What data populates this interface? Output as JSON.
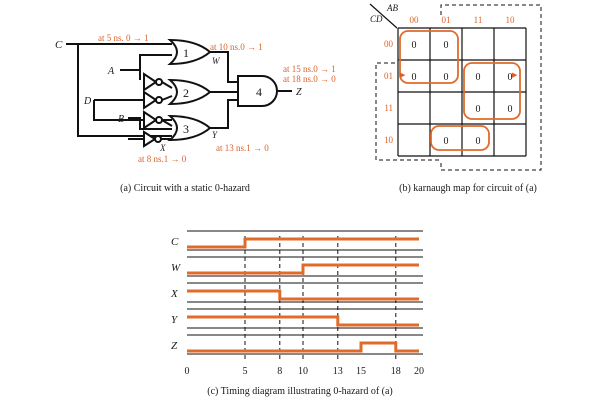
{
  "panel_a": {
    "caption": "(a) Circuit with a static 0-hazard",
    "inputs": {
      "c": "C",
      "a": "A",
      "d": "D",
      "b": "B"
    },
    "gates": {
      "g1": "1",
      "g2": "2",
      "g3": "3",
      "g4": "4"
    },
    "nets": {
      "w": "W",
      "x": "X",
      "y": "Y",
      "z": "Z"
    },
    "annotations": {
      "c_change": "at  5 ns. 0 → 1",
      "w_change": "at 10 ns.0 → 1",
      "z_change_1": "at 15 ns.0 → 1",
      "z_change_2": "at 18 ns.0 → 0",
      "y_change": "at 13 ns.1 → 0",
      "x_change": "at 8 ns.1 → 0"
    }
  },
  "panel_b": {
    "caption": "(b) karnaugh map for circuit of (a)",
    "corner_top": "AB",
    "corner_left": "CD",
    "col_headers": [
      "00",
      "01",
      "11",
      "10"
    ],
    "row_headers": [
      "00",
      "01",
      "11",
      "10"
    ],
    "cells": [
      [
        "0",
        "0",
        "",
        ""
      ],
      [
        "0",
        "0",
        "0",
        "0"
      ],
      [
        "",
        "",
        "0",
        "0"
      ],
      [
        "",
        "0",
        "0",
        ""
      ]
    ]
  },
  "panel_c": {
    "caption": "(c) Timing diagram illustrating 0-hazard of (a)",
    "signals": [
      "C",
      "W",
      "X",
      "Y",
      "Z"
    ],
    "ticks": [
      "0",
      "5",
      "8",
      "10",
      "13",
      "15",
      "18",
      "20"
    ]
  },
  "colors": {
    "signal": "#e06b2a",
    "annotation": "#d9622b",
    "ink": "#111111"
  }
}
